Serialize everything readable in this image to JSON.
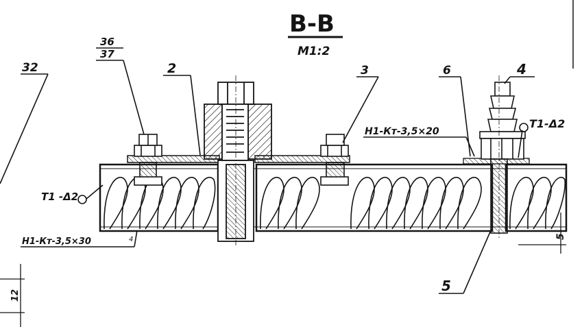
{
  "drawing": {
    "section_title": "B-B",
    "scale": "M1:2",
    "labels": {
      "p32": "32",
      "p36": "36",
      "p37": "37",
      "p2": "2",
      "p3": "3",
      "p6": "6",
      "p4": "4",
      "p5": "5",
      "dim5": "5",
      "dim12": "12"
    },
    "weld_left": "Т1 -Δ2",
    "weld_right": "Т1-Δ2",
    "weld_note_top": "Н1-Кт-3,5×20",
    "weld_note_bottom": "Н1-Кт-3,5×30",
    "weld_note_bottom_mark": "4"
  },
  "colors": {
    "ink": "#141414",
    "paper": "#ffffff"
  }
}
